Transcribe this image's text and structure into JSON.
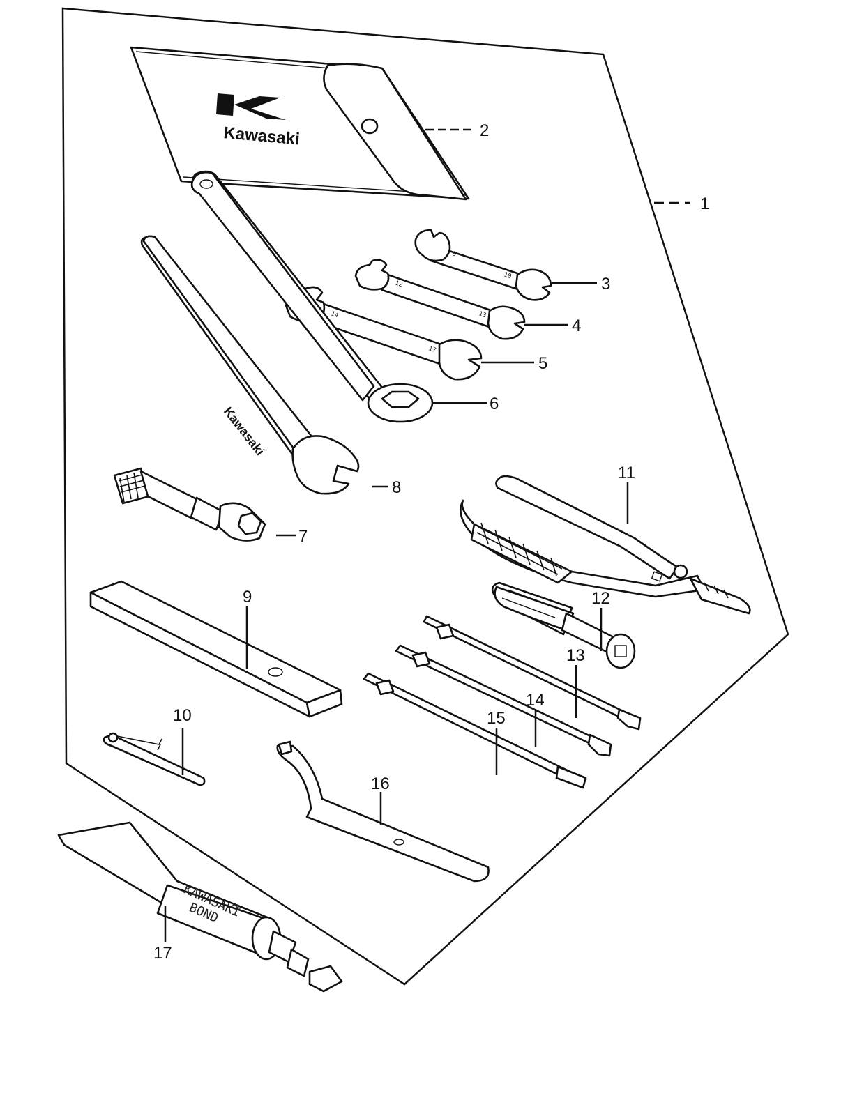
{
  "title": "",
  "callouts": {
    "c1": "1",
    "c2": "2",
    "c3": "3",
    "c4": "4",
    "c5": "5",
    "c6": "6",
    "c7": "7",
    "c8": "8",
    "c9": "9",
    "c10": "10",
    "c11": "11",
    "c12": "12",
    "c13": "13",
    "c14": "14",
    "c15": "15",
    "c16": "16",
    "c17": "17"
  },
  "markings": {
    "bag_brand": "Kawasaki",
    "wrench8_brand": "Kawasaki",
    "tube_line1": "KAWASAKI",
    "tube_line2": "BOND",
    "w3_a": "8",
    "w3_b": "10",
    "w4_a": "12",
    "w4_b": "13",
    "w5_a": "14",
    "w5_b": "17"
  },
  "colors": {
    "ink": "#111111",
    "paper": "#ffffff"
  }
}
